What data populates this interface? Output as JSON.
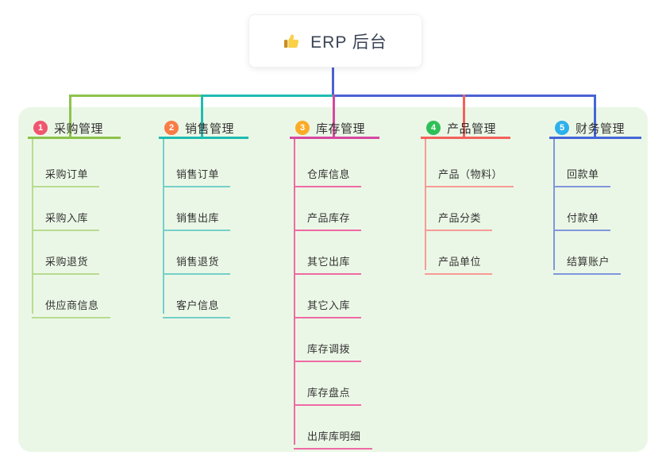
{
  "root": {
    "title": "ERP 后台",
    "icon": "thumbs-up-icon",
    "connector_color": "#4c61d4"
  },
  "panel": {
    "background": "#ebf7e6"
  },
  "branches": [
    {
      "index": "1",
      "label": "采购管理",
      "badge_color": "#f0566e",
      "line_color": "#8cc34b",
      "child_line_color": "#b7db90",
      "children": [
        "采购订单",
        "采购入库",
        "采购退货",
        "供应商信息"
      ]
    },
    {
      "index": "2",
      "label": "销售管理",
      "badge_color": "#f97c46",
      "line_color": "#1fbcb2",
      "child_line_color": "#74d0c8",
      "children": [
        "销售订单",
        "销售出库",
        "销售退货",
        "客户信息"
      ]
    },
    {
      "index": "3",
      "label": "库存管理",
      "badge_color": "#fbab28",
      "line_color": "#d6479f",
      "child_line_color": "#ef6aa5",
      "children": [
        "仓库信息",
        "产品库存",
        "其它出库",
        "其它入库",
        "库存调拨",
        "库存盘点",
        "出库库明细"
      ]
    },
    {
      "index": "4",
      "label": "产品管理",
      "badge_color": "#2fbf59",
      "line_color": "#f4605c",
      "child_line_color": "#f79b97",
      "children": [
        "产品（物料）",
        "产品分类",
        "产品单位"
      ]
    },
    {
      "index": "5",
      "label": "财务管理",
      "badge_color": "#2cb1ea",
      "line_color": "#4466d8",
      "child_line_color": "#8096dc",
      "children": [
        "回款单",
        "付款单",
        "结算账户"
      ]
    }
  ]
}
